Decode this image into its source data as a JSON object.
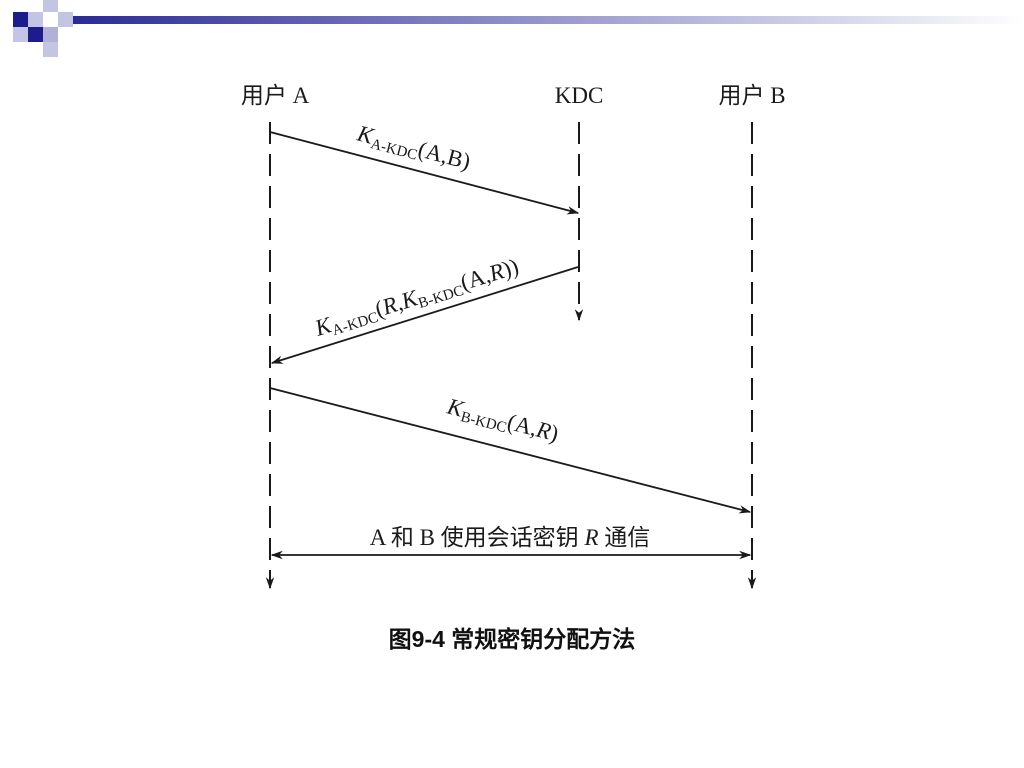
{
  "theme": {
    "accent": "#1c1c8c",
    "accent_light": "#b8b8de",
    "line": "#1a1a1a"
  },
  "participants": [
    {
      "id": "user-a",
      "label": "用户 A"
    },
    {
      "id": "kdc",
      "label": "KDC"
    },
    {
      "id": "user-b",
      "label": "用户 B"
    }
  ],
  "messages": [
    {
      "from": "user-a",
      "to": "kdc",
      "label": {
        "k": "K",
        "sub": "A-KDC",
        "rest": "(A,B)"
      }
    },
    {
      "from": "kdc",
      "to": "user-a",
      "label": {
        "k": "K",
        "sub": "A-KDC",
        "open": "(",
        "r": "R",
        "comma": ",",
        "k2": "K",
        "sub2": "B-KDC",
        "mid": "(A,",
        "r2": "R",
        "close": "))"
      }
    },
    {
      "from": "user-a",
      "to": "user-b",
      "label": {
        "k": "K",
        "sub": "B-KDC",
        "open": "(A,",
        "r": "R",
        "close": ")"
      }
    }
  ],
  "session": {
    "text_pre": "A 和 B 使用会话密钥 ",
    "r": "R",
    "text_post": " 通信"
  },
  "caption": "图9-4  常规密钥分配方法"
}
